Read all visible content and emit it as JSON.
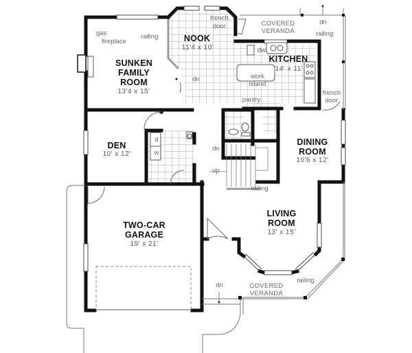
{
  "rooms": {
    "nook": {
      "name": "NOOK",
      "dim": "11'4 x 10'"
    },
    "family": {
      "name_1": "SUNKEN",
      "name_2": "FAMILY",
      "name_3": "ROOM",
      "dim": "13'4 x 15'"
    },
    "kitchen": {
      "name": "KITCHEN",
      "dim": "14' x 11'"
    },
    "den": {
      "name": "DEN",
      "dim": "10' x 12'"
    },
    "dining": {
      "name_1": "DINING",
      "name_2": "ROOM",
      "dim": "10'6 x 12'"
    },
    "living": {
      "name_1": "LIVING",
      "name_2": "ROOM",
      "dim": "13' x 15'"
    },
    "garage": {
      "name_1": "TWO-CAR",
      "name_2": "GARAGE",
      "dim": "19' x 21'"
    }
  },
  "notes": {
    "gas_fireplace_1": "gas",
    "gas_fireplace_2": "fireplace",
    "railing_nook": "railing",
    "french_door_top_1": "french",
    "french_door_top_2": "door",
    "covered_veranda_top_1": "COVERED",
    "covered_veranda_top_2": "VERANDA",
    "dn_top": "dn",
    "railing_top_right": "railing",
    "dw": "dw",
    "work_island_1": "work",
    "work_island_2": "island",
    "pantry": "pantry",
    "french_door_right_1": "french",
    "french_door_right_2": "door",
    "dn_family": "dn",
    "dn_stairs": "dn",
    "up_stairs": "up",
    "railing_stairs": "railing",
    "laundry_d": "d",
    "laundry_w": "w",
    "covered_veranda_bottom_1": "COVERED",
    "covered_veranda_bottom_2": "VERANDA",
    "railing_bottom": "railing",
    "dn_bottom": "dn"
  },
  "colors": {
    "wall": "#111111",
    "tile": "#bbbbbb",
    "thin": "#888888"
  }
}
